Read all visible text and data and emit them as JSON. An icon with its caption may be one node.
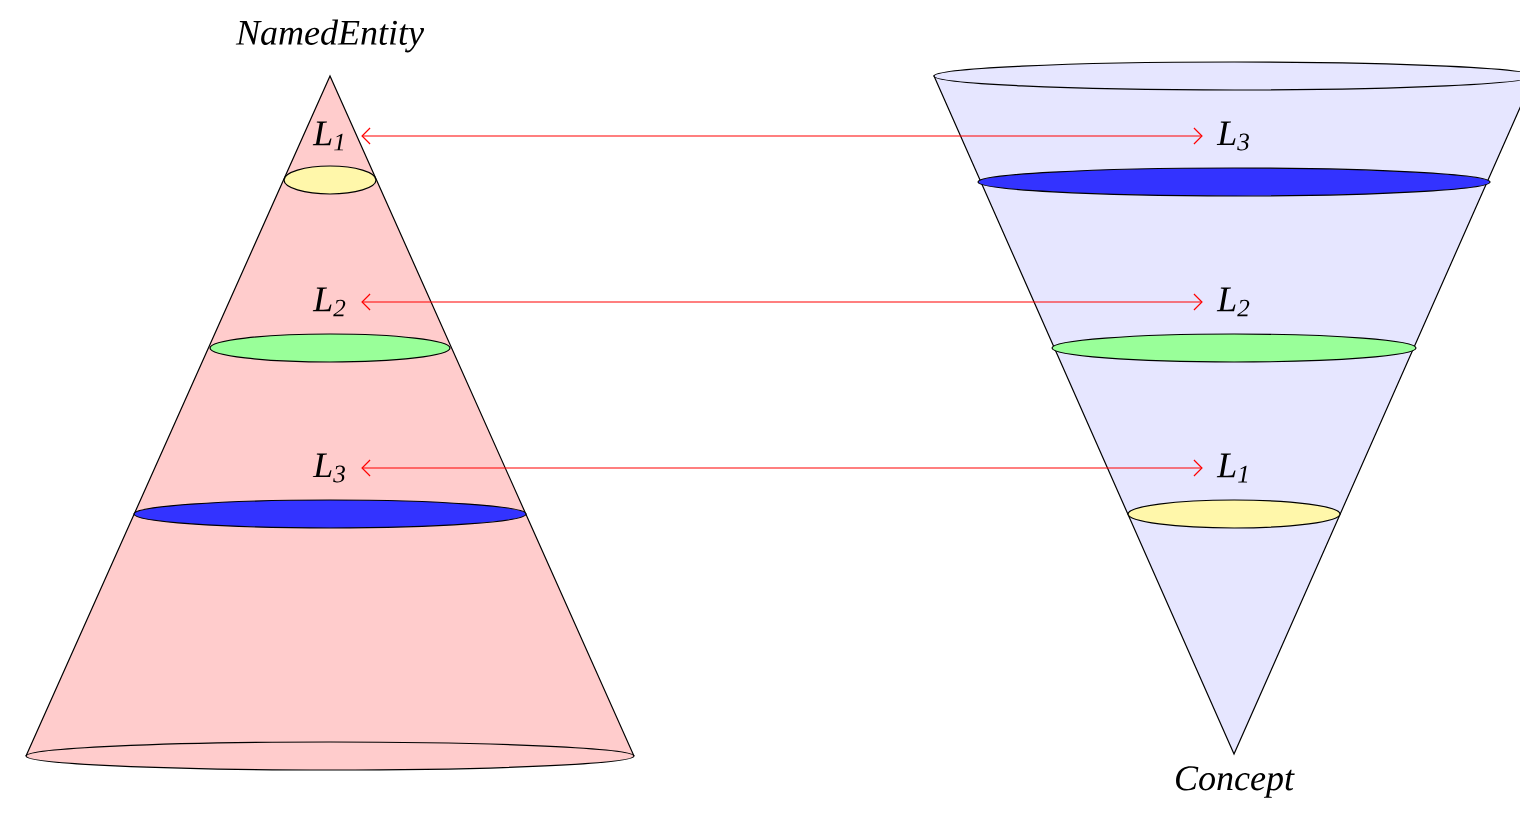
{
  "diagram": {
    "nodes": [
      {
        "text": [
          "NamedEntity"
        ]
      },
      {
        "text": [
          "L$_{1}$"
        ],
        "in": 0
      },
      {
        "text": [
          "L$_{2}$"
        ],
        "in": 0
      },
      {
        "text": [
          "L$_{3}$"
        ],
        "in": 0
      },
      {
        "text": [
          "Concept"
        ]
      },
      {
        "text": [
          "L$_{3}$"
        ],
        "in": 4
      },
      {
        "text": [
          "L$_{2}$"
        ],
        "in": 4
      },
      {
        "text": [
          "L$_{1}$"
        ],
        "in": 4
      }
    ],
    "edges": [
      {
        "from": 1,
        "to": 5,
        "arrow": "both"
      },
      {
        "from": 2,
        "to": 6,
        "arrow": "both"
      },
      {
        "from": 3,
        "to": 7,
        "arrow": "both"
      }
    ]
  }
}
